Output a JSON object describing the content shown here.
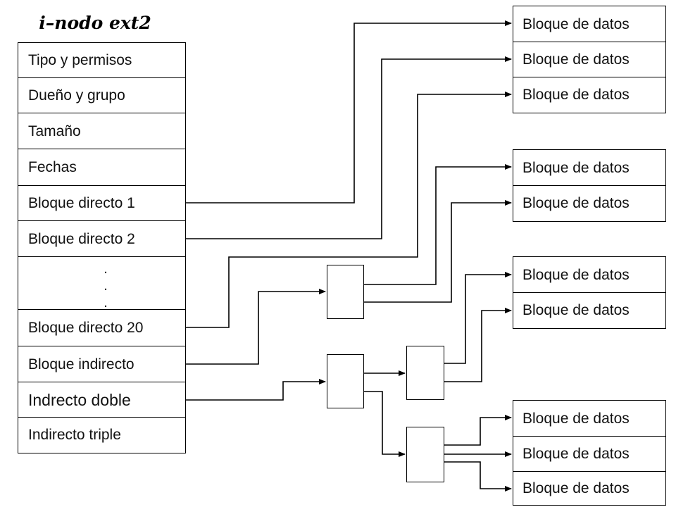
{
  "title": "i–nodo ext2",
  "inode_rows": [
    "Tipo y permisos",
    "Dueño y grupo",
    "Tamaño",
    "Fechas",
    "Bloque directo 1",
    "Bloque directo 2",
    "",
    "Bloque directo 20",
    "Bloque indirecto",
    "Indrecto doble",
    "Indirecto triple"
  ],
  "ellipsis": ". . .",
  "data_block_label": "Bloque de datos",
  "data_blocks": [
    "Bloque de datos",
    "Bloque de datos",
    "Bloque de datos",
    "Bloque de datos",
    "Bloque de datos",
    "Bloque de datos",
    "Bloque de datos",
    "Bloque de datos",
    "Bloque de datos",
    "Bloque de datos"
  ],
  "colors": {
    "line": "#000000",
    "background": "#ffffff",
    "text": "#111111"
  }
}
